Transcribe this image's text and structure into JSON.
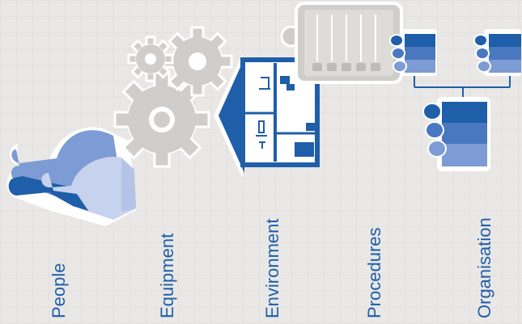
{
  "categories": [
    {
      "id": "people",
      "label": "People"
    },
    {
      "id": "equipment",
      "label": "Equipment"
    },
    {
      "id": "environment",
      "label": "Environment"
    },
    {
      "id": "procedures",
      "label": "Procedures"
    },
    {
      "id": "organisation",
      "label": "Organisation"
    }
  ],
  "colors": {
    "text": "#1f5ea8",
    "dark_blue": "#1f5ea8",
    "mid_blue": "#4a78c0",
    "light_blue": "#7d9bd4",
    "pale_blue": "#c7d3ee",
    "gear_grey": "#cfceca",
    "panel_grey": "#d9d8d4"
  },
  "icons": [
    "people-icon",
    "gears-icon",
    "house-icon",
    "procedures-panel-icon",
    "org-chart-icon"
  ]
}
